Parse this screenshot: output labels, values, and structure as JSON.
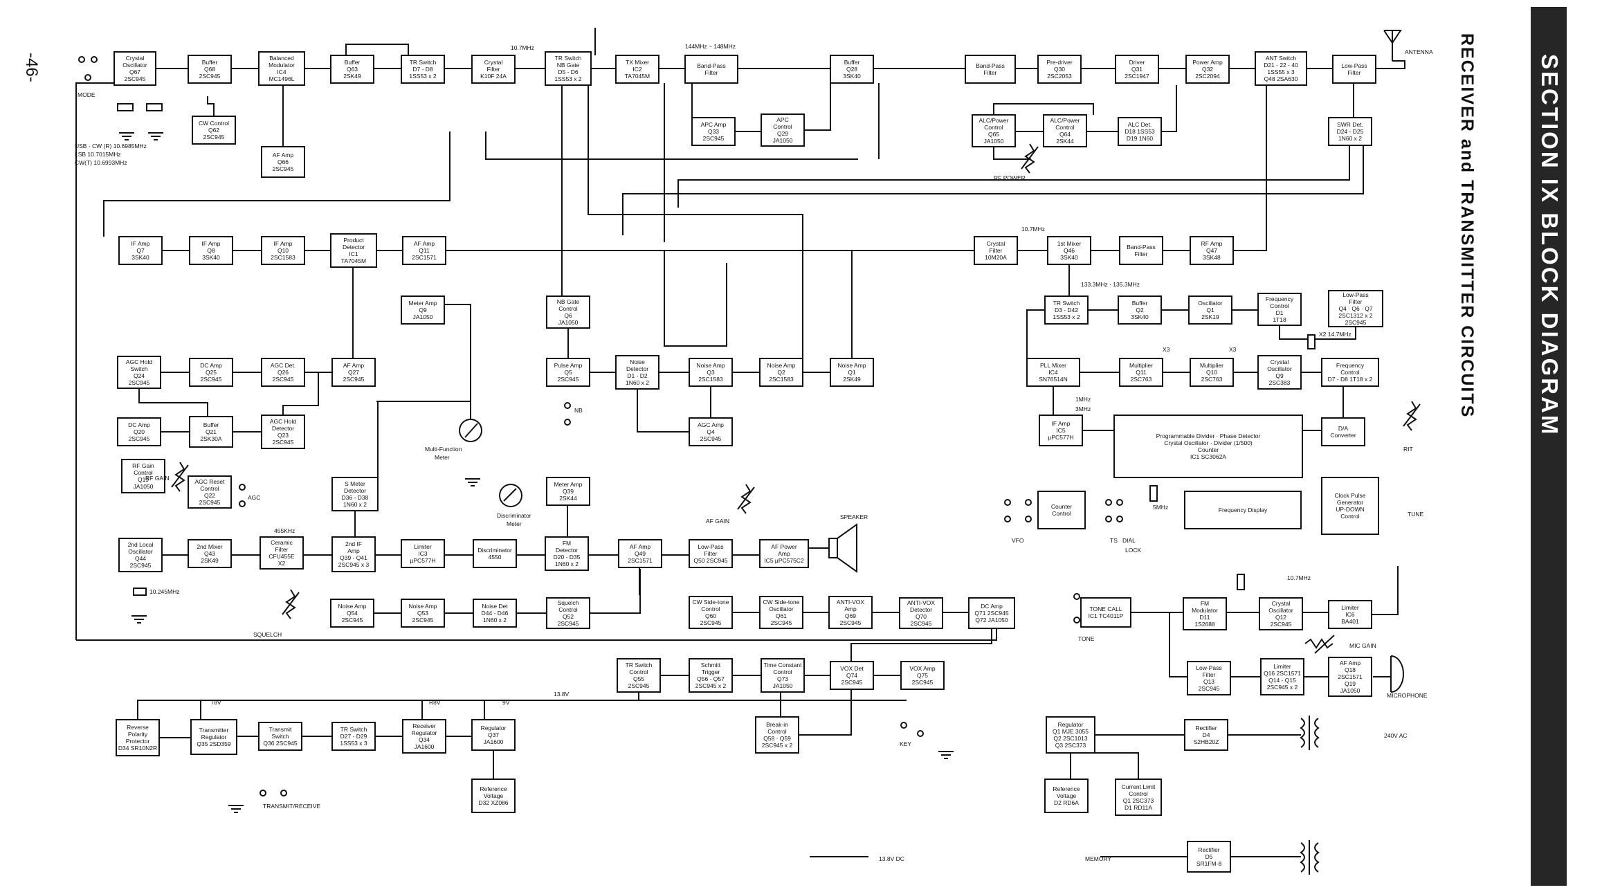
{
  "page_number": "-46-",
  "section_title": "SECTION IX BLOCK DIAGRAM",
  "sub_title": "RECEIVER and TRANSMITTER CIRCUITS",
  "blocks": [
    {
      "id": "xo",
      "lines": [
        "Crystal",
        "Oscillator",
        "Q67",
        "2SC945"
      ]
    },
    {
      "id": "q68",
      "lines": [
        "Buffer",
        "Q68",
        "2SC945"
      ]
    },
    {
      "id": "ic4m",
      "lines": [
        "Balanced",
        "Modulator",
        "IC4",
        "MC1496L"
      ]
    },
    {
      "id": "q63",
      "lines": [
        "Buffer",
        "Q63",
        "2SK49"
      ]
    },
    {
      "id": "trsw1",
      "lines": [
        "TR Switch",
        "D7 - D8",
        "1SS53 x 2"
      ]
    },
    {
      "id": "xf1",
      "lines": [
        "Crystal",
        "Filter",
        "K10F 24A"
      ]
    },
    {
      "id": "nbgate",
      "lines": [
        "TR Switch",
        "NB Gate",
        "D5 - D6",
        "1SS53 x 2"
      ]
    },
    {
      "id": "txmix",
      "lines": [
        "TX Mixer",
        "IC2",
        "TA7045M"
      ]
    },
    {
      "id": "bpf1",
      "lines": [
        "Band-Pass",
        "Filter"
      ]
    },
    {
      "id": "q28",
      "lines": [
        "Buffer",
        "Q28",
        "3SK40"
      ]
    },
    {
      "id": "bpf2",
      "lines": [
        "Band-Pass",
        "Filter"
      ]
    },
    {
      "id": "q30",
      "lines": [
        "Pre-driver",
        "Q30",
        "2SC2053"
      ]
    },
    {
      "id": "q31",
      "lines": [
        "Driver",
        "Q31",
        "2SC1947"
      ]
    },
    {
      "id": "q32",
      "lines": [
        "Power Amp",
        "Q32",
        "2SC2094"
      ]
    },
    {
      "id": "antsw",
      "lines": [
        "ANT Switch",
        "D21 - 22 - 40",
        "1SS55 x 3",
        "Q48 2SA630"
      ]
    },
    {
      "id": "lpf1",
      "lines": [
        "Low-Pass",
        "Filter"
      ]
    },
    {
      "id": "cwctl",
      "lines": [
        "CW Control",
        "Q62",
        "2SC945"
      ]
    },
    {
      "id": "q66",
      "lines": [
        "AF Amp",
        "Q66",
        "2SC945"
      ]
    },
    {
      "id": "q33",
      "lines": [
        "APC Amp",
        "Q33",
        "2SC945"
      ]
    },
    {
      "id": "q29",
      "lines": [
        "APC",
        "Control",
        "Q29",
        "JA1050"
      ]
    },
    {
      "id": "q65",
      "lines": [
        "ALC/Power",
        "Control",
        "Q65",
        "JA1050"
      ]
    },
    {
      "id": "q64",
      "lines": [
        "ALC/Power",
        "Control",
        "Q64",
        "2SK44"
      ]
    },
    {
      "id": "alcdet",
      "lines": [
        "ALC Det.",
        "D18 1SS53",
        "D19 1N60"
      ]
    },
    {
      "id": "swr",
      "lines": [
        "SWR Det.",
        "D24 - D25",
        "1N60 x 2"
      ]
    },
    {
      "id": "q7",
      "lines": [
        "IF Amp",
        "Q7",
        "3SK40"
      ]
    },
    {
      "id": "q8",
      "lines": [
        "IF Amp",
        "Q8",
        "3SK40"
      ]
    },
    {
      "id": "q10",
      "lines": [
        "IF Amp",
        "Q10",
        "2SC1583"
      ]
    },
    {
      "id": "prod",
      "lines": [
        "Product",
        "Detector",
        "IC1",
        "TA7045M"
      ]
    },
    {
      "id": "q11",
      "lines": [
        "AF Amp",
        "Q11",
        "2SC1571"
      ]
    },
    {
      "id": "xf2",
      "lines": [
        "Crystal",
        "Filter",
        "10M20A"
      ]
    },
    {
      "id": "mix1",
      "lines": [
        "1st Mixer",
        "Q46",
        "3SK40"
      ]
    },
    {
      "id": "bpf3",
      "lines": [
        "Band-Pass",
        "Filter"
      ]
    },
    {
      "id": "q47",
      "lines": [
        "RF Amp",
        "Q47",
        "3SK48"
      ]
    },
    {
      "id": "q9",
      "lines": [
        "Meter Amp",
        "Q9",
        "JA1050"
      ]
    },
    {
      "id": "nbctl",
      "lines": [
        "NB Gate",
        "Control",
        "Q6",
        "JA1050"
      ]
    },
    {
      "id": "trsw2",
      "lines": [
        "TR Switch",
        "D3 - D42",
        "1SS53 x 2"
      ]
    },
    {
      "id": "q2b",
      "lines": [
        "Buffer",
        "Q2",
        "3SK40"
      ]
    },
    {
      "id": "q1o",
      "lines": [
        "Oscillator",
        "Q1",
        "2SK19"
      ]
    },
    {
      "id": "fc1",
      "lines": [
        "Frequency",
        "Control",
        "D1",
        "1T18"
      ]
    },
    {
      "id": "lpf2",
      "lines": [
        "Low-Pass",
        "Filter",
        "Q4 · Q6 · Q7",
        "2SC1312 x 2",
        "2SC945"
      ]
    },
    {
      "id": "q24",
      "lines": [
        "AGC Hold",
        "Switch",
        "Q24",
        "2SC945"
      ]
    },
    {
      "id": "q25",
      "lines": [
        "DC Amp",
        "Q25",
        "2SC945"
      ]
    },
    {
      "id": "q26",
      "lines": [
        "AGC Det.",
        "Q26",
        "2SC945"
      ]
    },
    {
      "id": "q27",
      "lines": [
        "AF Amp",
        "Q27",
        "2SC945"
      ]
    },
    {
      "id": "q5p",
      "lines": [
        "Pulse Amp",
        "Q5",
        "2SC945"
      ]
    },
    {
      "id": "nd",
      "lines": [
        "Noise",
        "Detector",
        "D1 - D2",
        "1N60 x 2"
      ]
    },
    {
      "id": "q3n",
      "lines": [
        "Noise Amp",
        "Q3",
        "2SC1583"
      ]
    },
    {
      "id": "q2n",
      "lines": [
        "Noise Amp",
        "Q2",
        "2SC1583"
      ]
    },
    {
      "id": "q1n",
      "lines": [
        "Noise Amp",
        "Q1",
        "2SK49"
      ]
    },
    {
      "id": "pll",
      "lines": [
        "PLL Mixer",
        "IC4",
        "SN76514N"
      ]
    },
    {
      "id": "q11m",
      "lines": [
        "Multiplier",
        "Q11",
        "2SC763"
      ]
    },
    {
      "id": "q10m",
      "lines": [
        "Multiplier",
        "Q10",
        "2SC763"
      ]
    },
    {
      "id": "q9x",
      "lines": [
        "Crystal",
        "Oscillator",
        "Q9",
        "2SC383"
      ]
    },
    {
      "id": "fc2",
      "lines": [
        "Frequency",
        "Control",
        "D7 - D8 1T18 x 2"
      ]
    },
    {
      "id": "q20",
      "lines": [
        "DC Amp",
        "Q20",
        "2SC945"
      ]
    },
    {
      "id": "q21",
      "lines": [
        "Buffer",
        "Q21",
        "2SK30A"
      ]
    },
    {
      "id": "q23",
      "lines": [
        "AGC Hold",
        "Detector",
        "Q23",
        "2SC945"
      ]
    },
    {
      "id": "q4a",
      "lines": [
        "AGC Amp",
        "Q4",
        "2SC945"
      ]
    },
    {
      "id": "ic5",
      "lines": [
        "IF Amp",
        "IC5",
        "µPC577H"
      ]
    },
    {
      "id": "ic1",
      "lines": [
        "Programmable Divider · Phase Detector",
        "Crystal Oscillator · Divider (1/500)",
        "Counter",
        "IC1 SC3062A"
      ]
    },
    {
      "id": "da",
      "lines": [
        "D/A",
        "Converter"
      ]
    },
    {
      "id": "q19",
      "lines": [
        "RF Gain",
        "Control",
        "Q19",
        "JA1050"
      ]
    },
    {
      "id": "q22",
      "lines": [
        "AGC Reset",
        "Control",
        "Q22",
        "2SC945"
      ]
    },
    {
      "id": "smeter",
      "lines": [
        "S Meter",
        "Detector",
        "D36 - D38",
        "1N60 x 2"
      ]
    },
    {
      "id": "q39",
      "lines": [
        "Meter Amp",
        "Q39",
        "2SK44"
      ]
    },
    {
      "id": "cc",
      "lines": [
        "Counter",
        "Control"
      ]
    },
    {
      "id": "fd",
      "lines": [
        "Frequency Display"
      ]
    },
    {
      "id": "clk",
      "lines": [
        "Clock Pulse",
        "Generator",
        "UP-DOWN",
        "Control"
      ]
    },
    {
      "id": "q44",
      "lines": [
        "2nd Local",
        "Oscillator",
        "Q44",
        "2SC945"
      ]
    },
    {
      "id": "q43",
      "lines": [
        "2nd Mixer",
        "Q43",
        "2SK49"
      ]
    },
    {
      "id": "cf",
      "lines": [
        "Ceramic",
        "Filter",
        "CFU455E",
        "X2"
      ]
    },
    {
      "id": "if2",
      "lines": [
        "2nd IF",
        "Amp",
        "Q39 - Q41",
        "2SC945 x 3"
      ]
    },
    {
      "id": "lim1",
      "lines": [
        "Limiter",
        "IC3",
        "µPC577H"
      ]
    },
    {
      "id": "disc",
      "lines": [
        "Discriminator",
        "4550"
      ]
    },
    {
      "id": "fmdet",
      "lines": [
        "FM",
        "Detector",
        "D20 - D35",
        "1N60 x 2"
      ]
    },
    {
      "id": "q49",
      "lines": [
        "AF Amp",
        "Q49",
        "2SC1571"
      ]
    },
    {
      "id": "lpf3",
      "lines": [
        "Low-Pass",
        "Filter",
        "Q50 2SC945"
      ]
    },
    {
      "id": "afpa",
      "lines": [
        "AF Power",
        "Amp",
        "IC5 µPC575C2"
      ]
    },
    {
      "id": "q54",
      "lines": [
        "Noise Amp",
        "Q54",
        "2SC945"
      ]
    },
    {
      "id": "q53",
      "lines": [
        "Noise Amp",
        "Q53",
        "2SC945"
      ]
    },
    {
      "id": "nd2",
      "lines": [
        "Noise Det",
        "D44 - D46",
        "1N60 x 2"
      ]
    },
    {
      "id": "q52",
      "lines": [
        "Squelch",
        "Control",
        "Q52",
        "2SC945"
      ]
    },
    {
      "id": "q60",
      "lines": [
        "CW Side-tone",
        "Control",
        "Q60",
        "2SC945"
      ]
    },
    {
      "id": "q61",
      "lines": [
        "CW Side-tone",
        "Oscillator",
        "Q61",
        "2SC945"
      ]
    },
    {
      "id": "q69",
      "lines": [
        "ANTI-VOX",
        "Amp",
        "Q69",
        "2SC945"
      ]
    },
    {
      "id": "q70",
      "lines": [
        "ANTI-VOX",
        "Detector",
        "Q70",
        "2SC945"
      ]
    },
    {
      "id": "dcamp",
      "lines": [
        "DC Amp",
        "Q71 2SC945",
        "Q72 JA1050"
      ]
    },
    {
      "id": "tone",
      "lines": [
        "TONE CALL",
        "IC1 TC4011P"
      ]
    },
    {
      "id": "fmmod",
      "lines": [
        "FM",
        "Modulator",
        "D11",
        "1S2688"
      ]
    },
    {
      "id": "q12",
      "lines": [
        "Crystal",
        "Oscillator",
        "Q12",
        "2SC945"
      ]
    },
    {
      "id": "ic6",
      "lines": [
        "Limiter",
        "IC6",
        "BA401"
      ]
    },
    {
      "id": "q55",
      "lines": [
        "TR Switch",
        "Control",
        "Q55",
        "2SC945"
      ]
    },
    {
      "id": "schm",
      "lines": [
        "Schmitt",
        "Trigger",
        "Q56 - Q57",
        "2SC945 x 2"
      ]
    },
    {
      "id": "q73",
      "lines": [
        "Time Constant",
        "Control",
        "Q73",
        "JA1050"
      ]
    },
    {
      "id": "q74",
      "lines": [
        "VOX Det",
        "Q74",
        "2SC945"
      ]
    },
    {
      "id": "q75",
      "lines": [
        "VOX Amp",
        "Q75",
        "2SC945"
      ]
    },
    {
      "id": "q13",
      "lines": [
        "Low-Pass",
        "Filter",
        "Q13",
        "2SC945"
      ]
    },
    {
      "id": "q16",
      "lines": [
        "Limiter",
        "Q16 2SC1571",
        "Q14 - Q15",
        "2SC945 x 2"
      ]
    },
    {
      "id": "q18",
      "lines": [
        "AF Amp",
        "Q18",
        "2SC1571",
        "Q19",
        "JA1050"
      ]
    },
    {
      "id": "rpp",
      "lines": [
        "Reverse",
        "Polarity",
        "Protector",
        "D34 SR10N2R"
      ]
    },
    {
      "id": "q35",
      "lines": [
        "Transmitter",
        "Regulator",
        "Q35 2SD359"
      ]
    },
    {
      "id": "q36",
      "lines": [
        "Transmit",
        "Switch",
        "Q36 2SC945"
      ]
    },
    {
      "id": "trsw3",
      "lines": [
        "TR Switch",
        "D27 - D29",
        "1SS53 x 3"
      ]
    },
    {
      "id": "q34",
      "lines": [
        "Receiver",
        "Regulator",
        "Q34",
        "JA1600"
      ]
    },
    {
      "id": "q37",
      "lines": [
        "Regulator",
        "Q37",
        "JA1600"
      ]
    },
    {
      "id": "bi",
      "lines": [
        "Break-in",
        "Control",
        "Q58 · Q59",
        "2SC945 x 2"
      ]
    },
    {
      "id": "regm",
      "lines": [
        "Regulator",
        "Q1 MJE 3055",
        "Q2 2SC1013",
        "Q3 2SC373"
      ]
    },
    {
      "id": "rect1",
      "lines": [
        "Rectifier",
        "D4",
        "S2HB20Z"
      ]
    },
    {
      "id": "refv1",
      "lines": [
        "Reference",
        "Voltage",
        "D32 XZ086"
      ]
    },
    {
      "id": "refv2",
      "lines": [
        "Reference",
        "Voltage",
        "D2 RD6A"
      ]
    },
    {
      "id": "clc",
      "lines": [
        "Current Limit",
        "Control",
        "Q1 2SC373",
        "D1 RD11A"
      ]
    },
    {
      "id": "rect2",
      "lines": [
        "Rectifier",
        "D5",
        "SR1FM-8"
      ]
    }
  ],
  "labels": {
    "mode": "MODE",
    "usb": "USB · CW (R)  10.6985MHz",
    "lsb": "LSB         10.7015MHz",
    "cwt": "CW(T)       10.6993MHz",
    "f107a": "10.7MHz",
    "f144": "144MHz ~ 148MHz",
    "antenna": "ANTENNA",
    "rfpower": "RF POWER",
    "f107b": "10.7MHz",
    "f133": "133.3MHz · 135.3MHz",
    "x214": "X2 14.7MHz",
    "x3a": "X3",
    "x3b": "X3",
    "f1mhz": "1MHz",
    "f3mhz": "3MHz",
    "nb": "NB",
    "rfgain": "RF GAIN",
    "agc": "AGC",
    "mfm": "Multi-Function",
    "mfm2": "Meter",
    "discm": "Discriminator",
    "discm2": "Meter",
    "f455": "455KHz",
    "afgain": "AF GAIN",
    "speaker": "SPEAKER",
    "smhz": "5MHz",
    "vfo": "VFO",
    "ts": "TS",
    "dial": "DIAL",
    "lock": "LOCK",
    "rit": "RIT",
    "tune": "TUNE",
    "f10245": "10.245MHz",
    "squelch": "SQUELCH",
    "tonesw": "TONE",
    "f107c": "10.7MHz",
    "micgain": "MIC GAIN",
    "microphone": "MICROPHONE",
    "v138": "13.8V",
    "t8v": "T8V",
    "r8v": "R8V",
    "v9": "9V",
    "key": "KEY",
    "trx": "TRANSMIT/RECEIVE",
    "ac240": "240V AC",
    "dc138": "13.8V DC",
    "memory": "MEMORY"
  }
}
